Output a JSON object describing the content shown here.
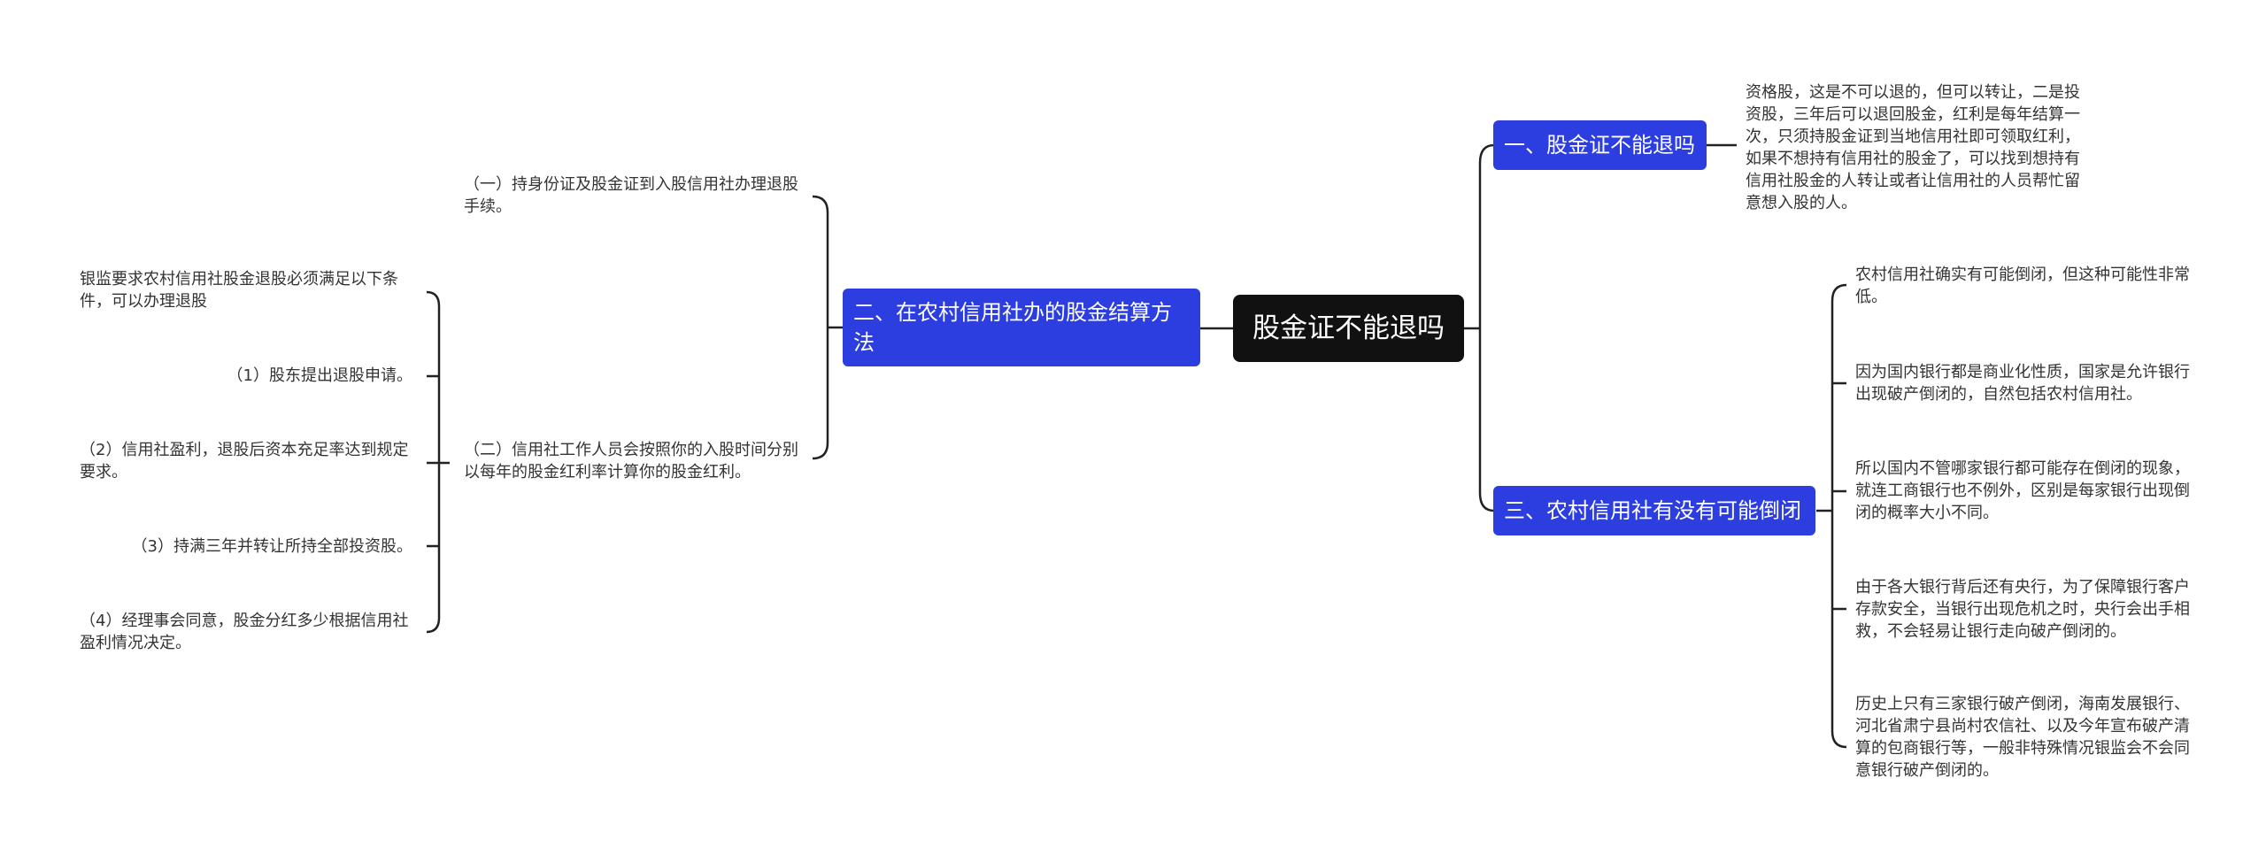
{
  "root": {
    "title": "股金证不能退吗"
  },
  "branches": [
    {
      "label": "一、股金证不能退吗",
      "leaves": [
        "资格股，这是不可以退的，但可以转让，二是投资股，三年后可以退回股金，红利是每年结算一次，只须持股金证到当地信用社即可领取红利，如果不想持有信用社的股金了，可以找到想持有信用社股金的人转让或者让信用社的人员帮忙留意想入股的人。"
      ]
    },
    {
      "label": "二、在农村信用社办的股金结算方法",
      "leaves": [
        "（一）持身份证及股金证到入股信用社办理退股手续。",
        "（二）信用社工作人员会按照你的入股时间分别以每年的股金红利率计算你的股金红利。"
      ],
      "sub_leaves": [
        "银监要求农村信用社股金退股必须满足以下条件，可以办理退股",
        "（1）股东提出退股申请。",
        "（2）信用社盈利，退股后资本充足率达到规定要求。",
        "（3）持满三年并转让所持全部投资股。",
        "（4）经理事会同意，股金分红多少根据信用社盈利情况决定。"
      ]
    },
    {
      "label": "三、农村信用社有没有可能倒闭",
      "leaves": [
        "农村信用社确实有可能倒闭，但这种可能性非常低。",
        "因为国内银行都是商业化性质，国家是允许银行出现破产倒闭的，自然包括农村信用社。",
        "所以国内不管哪家银行都可能存在倒闭的现象，就连工商银行也不例外，区别是每家银行出现倒闭的概率大小不同。",
        "由于各大银行背后还有央行，为了保障银行客户存款安全，当银行出现危机之时，央行会出手相救，不会轻易让银行走向破产倒闭的。",
        "历史上只有三家银行破产倒闭，海南发展银行、河北省肃宁县尚村农信社、以及今年宣布破产清算的包商银行等，一般非特殊情况银监会不会同意银行破产倒闭的。"
      ]
    }
  ]
}
